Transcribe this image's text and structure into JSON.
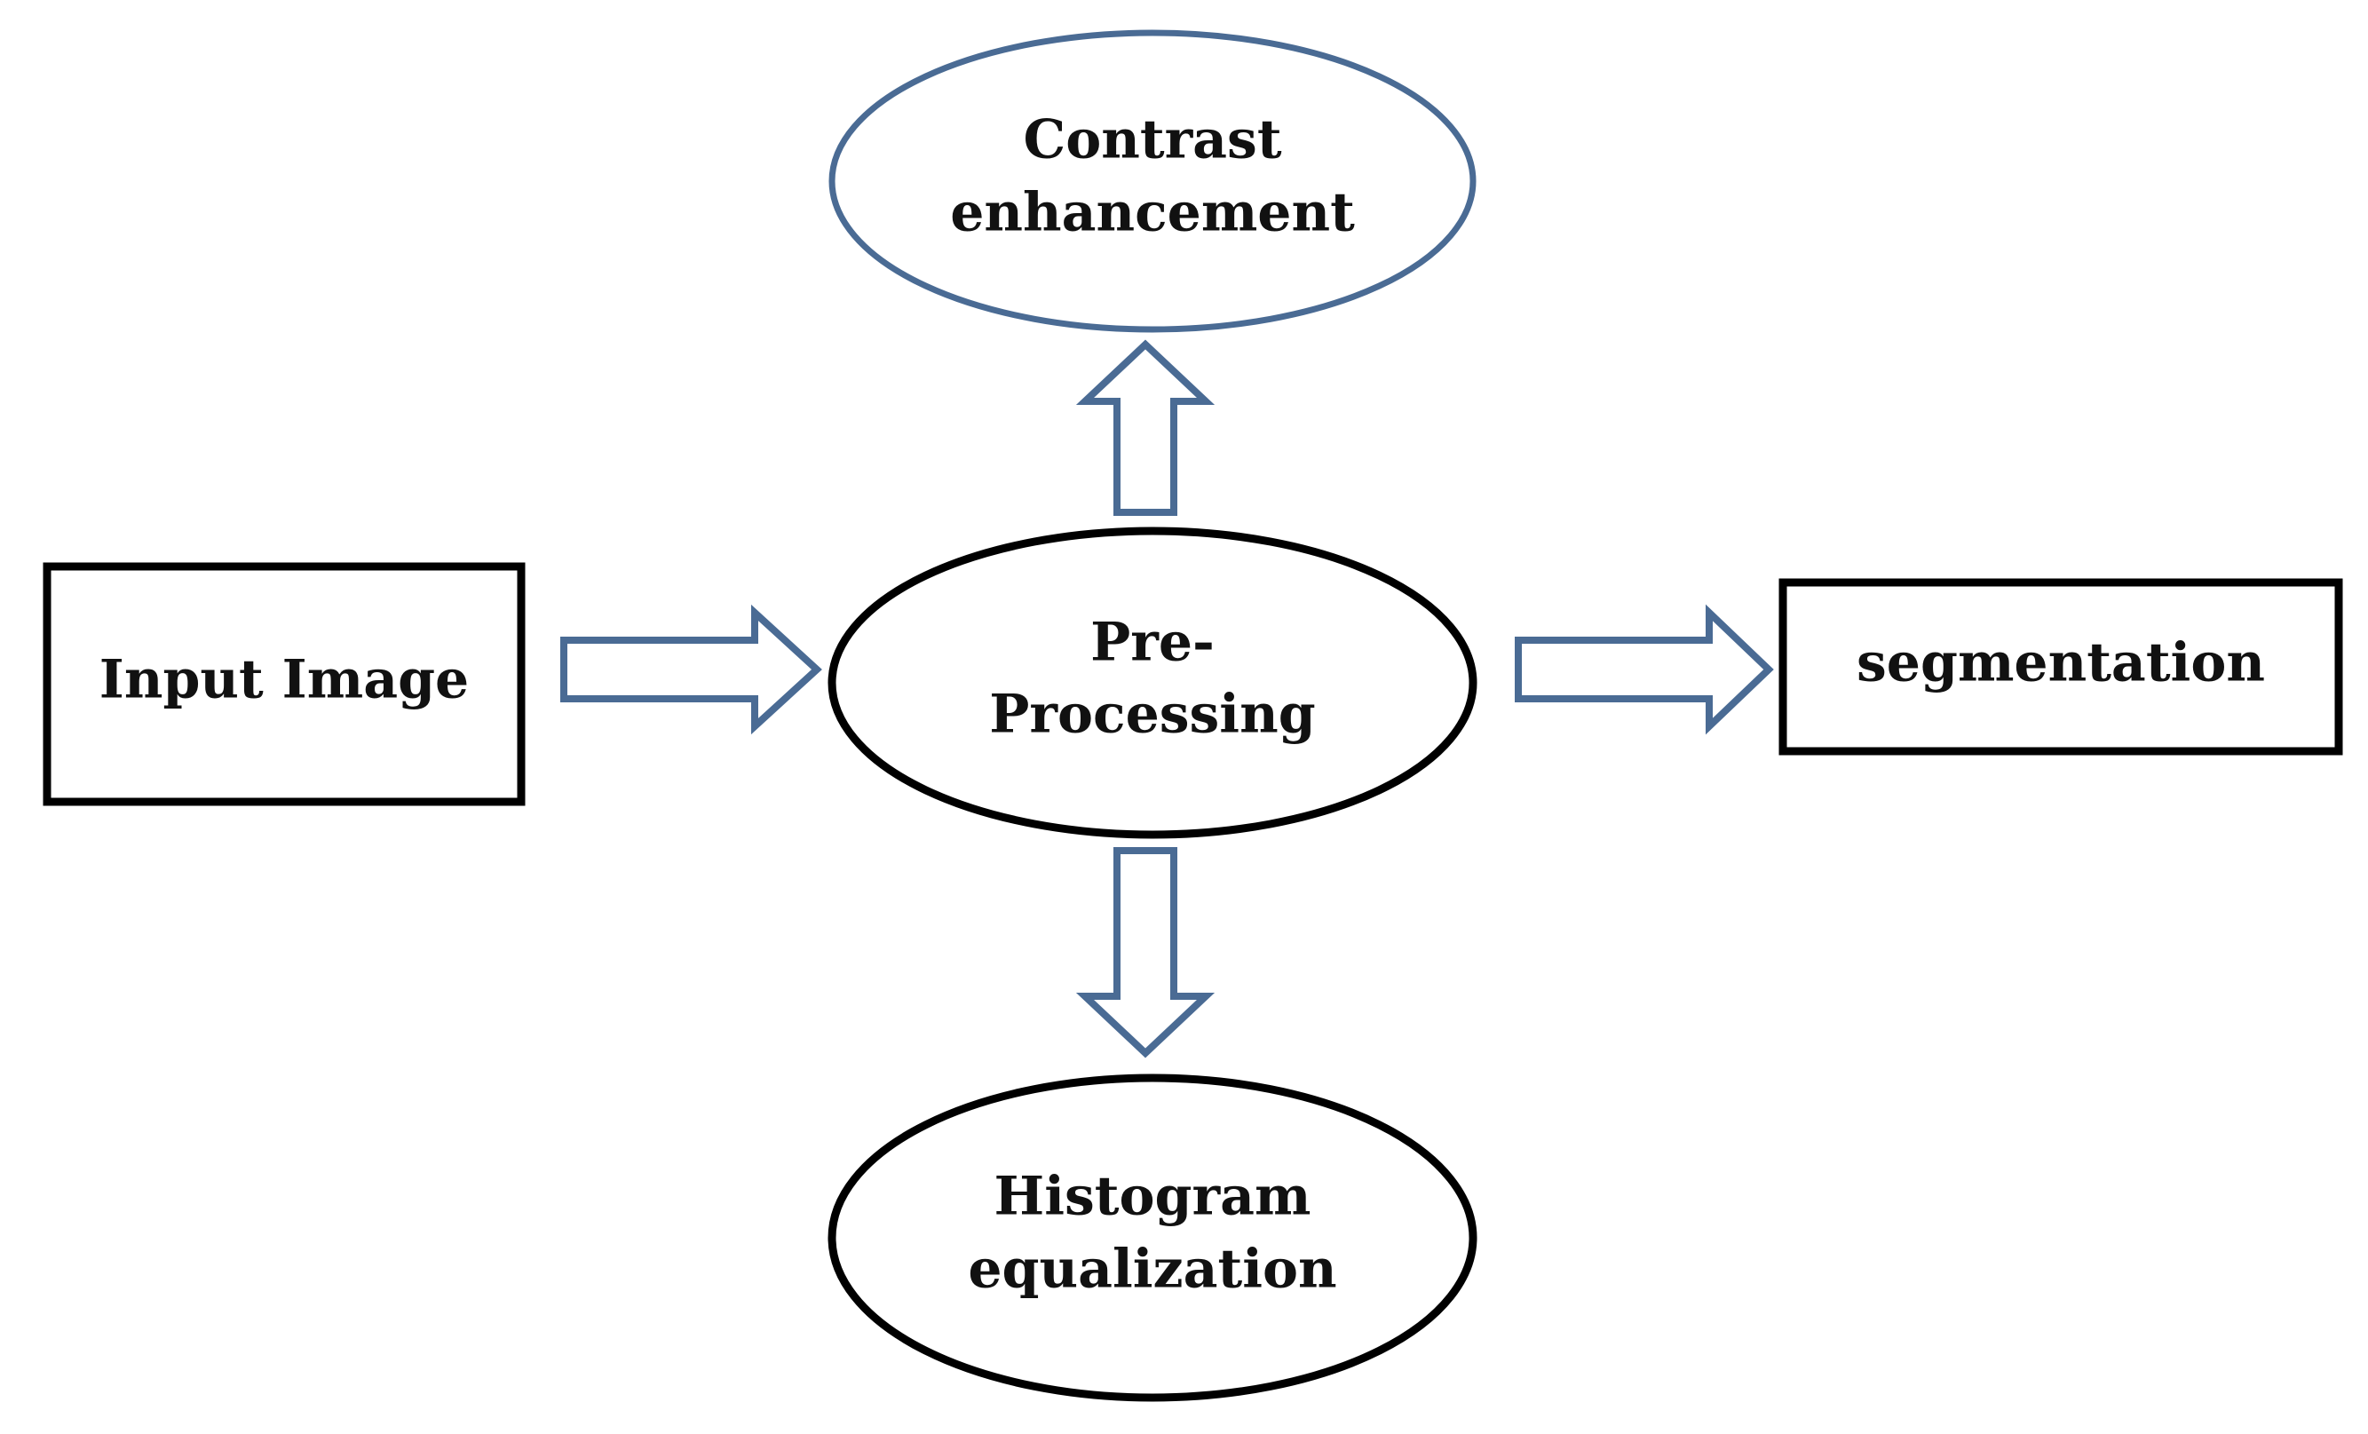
{
  "colors": {
    "background": "#ffffff",
    "box_stroke": "#000000",
    "ellipse_stroke": "#000000",
    "accent_stroke": "#4a6b94",
    "arrow_stroke": "#4a6b94",
    "arrow_fill": "#ffffff",
    "text": "#111111"
  },
  "nodes": {
    "input_image": {
      "label": "Input Image"
    },
    "contrast": {
      "line1": "Contrast",
      "line2": "enhancement"
    },
    "preprocessing": {
      "line1": "Pre-",
      "line2": "Processing"
    },
    "segmentation": {
      "label": "segmentation"
    },
    "histogram": {
      "line1": "Histogram",
      "line2": "equalization"
    }
  },
  "edges": [
    {
      "from": "input_image",
      "to": "preprocessing",
      "icon": "hollow-arrow-right"
    },
    {
      "from": "preprocessing",
      "to": "contrast",
      "icon": "hollow-arrow-up"
    },
    {
      "from": "preprocessing",
      "to": "segmentation",
      "icon": "hollow-arrow-right"
    },
    {
      "from": "preprocessing",
      "to": "histogram",
      "icon": "hollow-arrow-down"
    }
  ]
}
